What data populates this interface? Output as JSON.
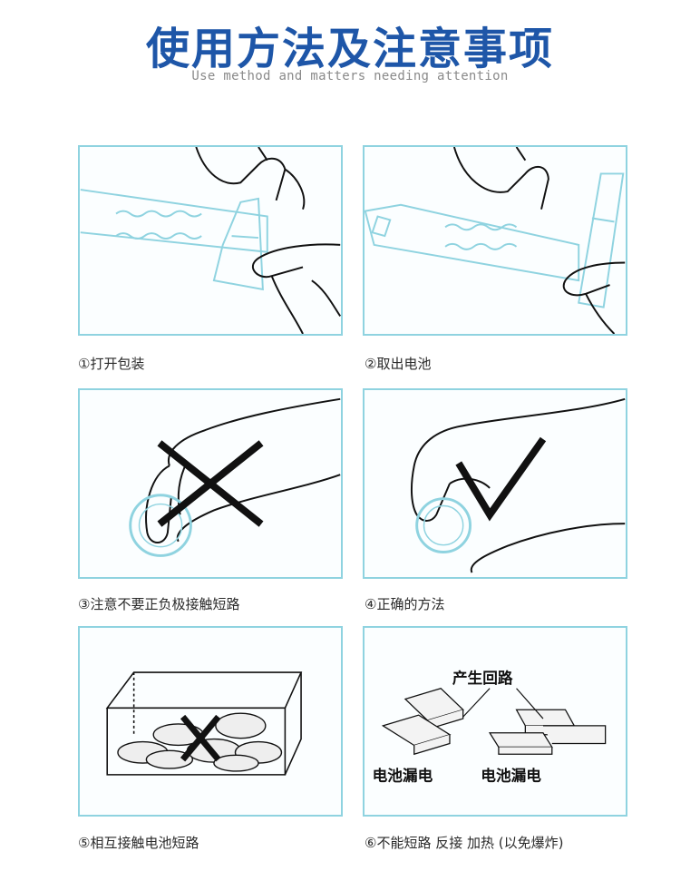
{
  "header": {
    "title": "使用方法及注意事项",
    "subtitle": "Use method and matters needing attention"
  },
  "steps": [
    {
      "caption": "①打开包装"
    },
    {
      "caption": "②取出电池"
    },
    {
      "caption": "③注意不要正负极接触短路"
    },
    {
      "caption": "④正确的方法"
    },
    {
      "caption": "⑤相互接触电池短路"
    },
    {
      "caption": "⑥不能短路 反接 加热 (以免爆炸)"
    }
  ],
  "diagram6": {
    "circuit_label": "产生回路",
    "leak_label_left": "电池漏电",
    "leak_label_right": "电池漏电"
  },
  "colors": {
    "title": "#1e56a8",
    "panel_border": "#8fd3e0",
    "package": "#8fd3e0",
    "wrong_mark": "#111111",
    "right_mark": "#111111"
  }
}
